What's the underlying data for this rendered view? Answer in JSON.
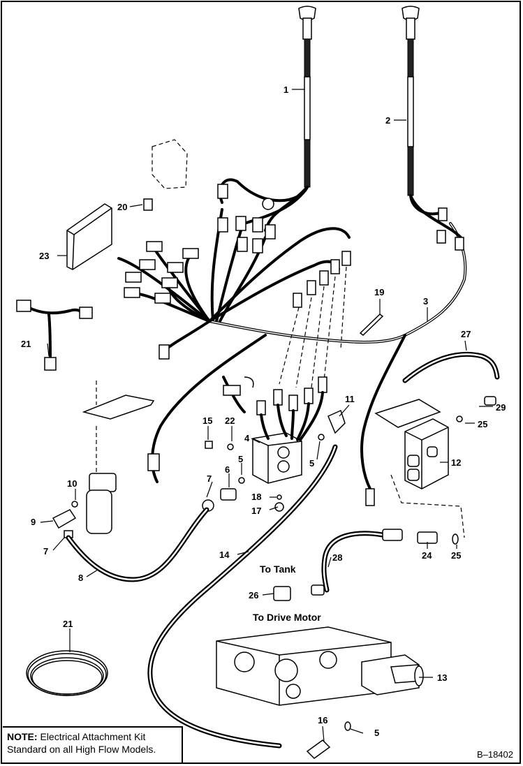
{
  "callouts": {
    "c1": "1",
    "c2": "2",
    "c3": "3",
    "c4": "4",
    "c5a": "5",
    "c5b": "5",
    "c5c": "5",
    "c6": "6",
    "c7a": "7",
    "c7b": "7",
    "c8": "8",
    "c9": "9",
    "c10": "10",
    "c11": "11",
    "c12": "12",
    "c13": "13",
    "c14": "14",
    "c15": "15",
    "c16": "16",
    "c17": "17",
    "c18": "18",
    "c19": "19",
    "c20": "20",
    "c21a": "21",
    "c21b": "21",
    "c22": "22",
    "c23": "23",
    "c24": "24",
    "c25a": "25",
    "c25b": "25",
    "c26": "26",
    "c27": "27",
    "c28": "28",
    "c29": "29"
  },
  "captions": {
    "to_tank": "To Tank",
    "to_drive_motor": "To Drive Motor"
  },
  "note": {
    "label": "NOTE:",
    "line1": "Electrical Attachment Kit",
    "line2": "Standard on all High Flow Models."
  },
  "figure_ref": "B–18402"
}
